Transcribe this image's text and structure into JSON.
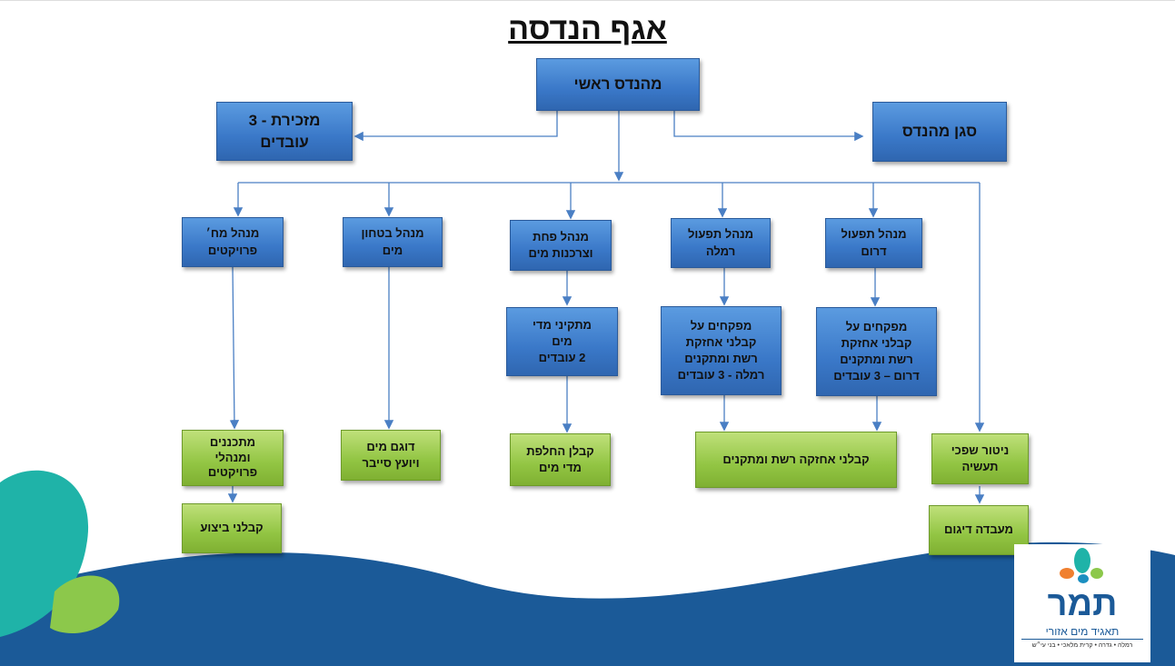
{
  "title": "אגף הנדסה",
  "top": {
    "chief": "מהנדס ראשי",
    "secretary": "מזכירת - 3\nעובדים",
    "deputy": "סגן מהנדס"
  },
  "managers": {
    "projects": "מנהל מח׳\nפרויקטים",
    "security": "מנהל בטחון\nמים",
    "loss": "מנהל פחת\nוצרכנות מים",
    "ramla": "מנהל תפעול\nרמלה",
    "south": "מנהל תפעול\nדרום"
  },
  "level3": {
    "meters": "מתקיני מדי\nמים\n2 עובדים",
    "ramla_inspectors": "מפקחים על\nקבלני אחזקת\nרשת ומתקנים\nרמלה - 3 עובדים",
    "south_inspectors": "מפקחים על\nקבלני אחזקת\nרשת ומתקנים\nדרום – 3 עובדים"
  },
  "contractors": {
    "planners": "מתכננים\nומנהלי\nפרויקטים",
    "sampler": "דוגם מים\nויועץ סייבר",
    "meter_replacement": "קבלן החלפת\nמדי מים",
    "maintenance": "קבלני אחזקה רשת ומתקנים",
    "monitoring": "ניטור שפכי\nתעשיה",
    "execution": "קבלני ביצוע",
    "lab": "מעבדה דיגום"
  },
  "logo": {
    "name": "תמר",
    "subtitle": "תאגיד מים אזורי",
    "cities": "רמלה • גדרה • קרית מלאכי • בני עי״ש"
  },
  "colors": {
    "blue_box": "#3a78c8",
    "green_box": "#92c543",
    "wave": "#1b5a98",
    "line": "#4a7fc4"
  }
}
